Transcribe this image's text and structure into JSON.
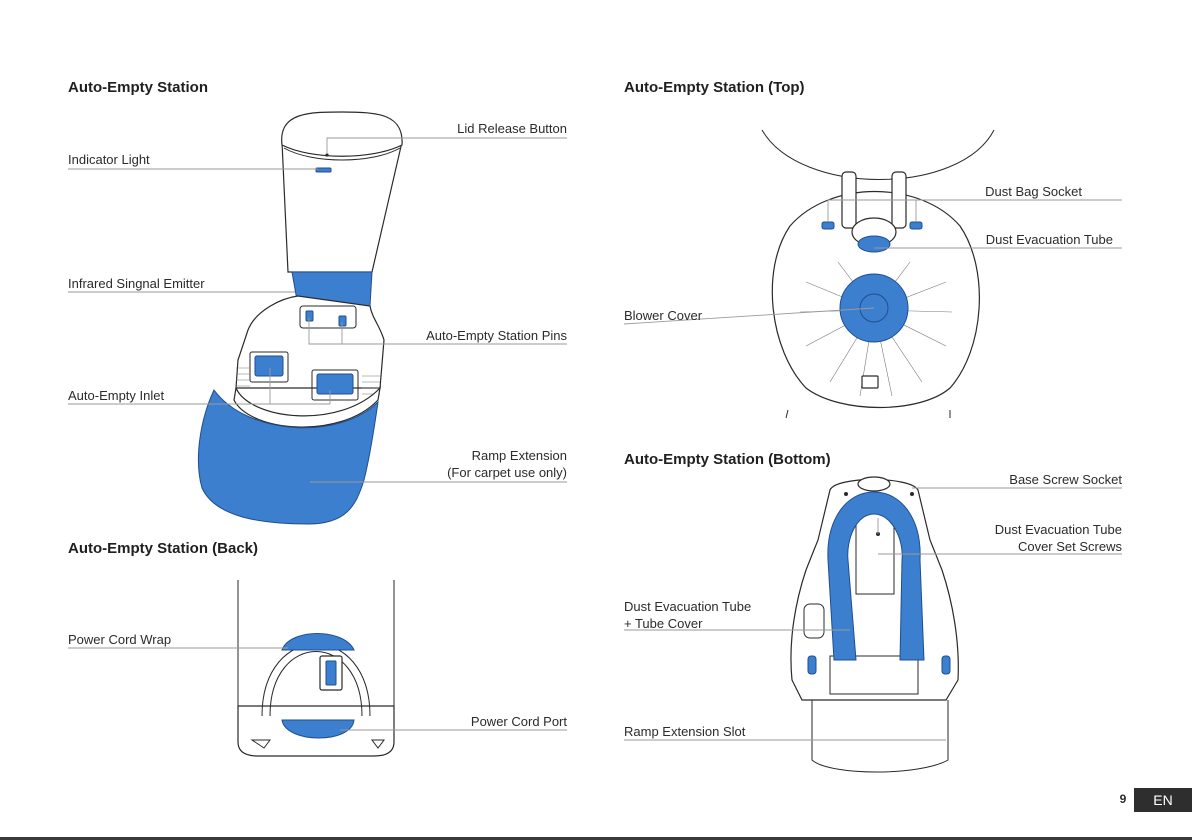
{
  "sections": {
    "main": {
      "title": "Auto-Empty Station"
    },
    "top": {
      "title": "Auto-Empty Station (Top)"
    },
    "back": {
      "title": "Auto-Empty Station (Back)"
    },
    "bottom": {
      "title": "Auto-Empty Station (Bottom)"
    }
  },
  "labels": {
    "lid_release_button": "Lid Release Button",
    "indicator_light": "Indicator Light",
    "infrared_emitter": "Infrared Singnal Emitter",
    "station_pins": "Auto-Empty Station Pins",
    "auto_empty_inlet": "Auto-Empty Inlet",
    "ramp_extension_1": "Ramp Extension",
    "ramp_extension_2": "(For carpet use only)",
    "dust_bag_socket": "Dust Bag Socket",
    "dust_evacuation_tube": "Dust Evacuation Tube",
    "blower_cover": "Blower Cover",
    "base_screw_socket": "Base Screw Socket",
    "cover_set_screws_1": "Dust Evacuation Tube",
    "cover_set_screws_2": "Cover Set Screws",
    "tube_cover_1": "Dust Evacuation Tube",
    "tube_cover_2": "+ Tube Cover",
    "ramp_extension_slot": "Ramp Extension Slot",
    "power_cord_wrap": "Power Cord Wrap",
    "power_cord_port": "Power Cord Port"
  },
  "footer": {
    "page_number": "9",
    "language": "EN"
  },
  "colors": {
    "accent_blue": "#3d7fcf",
    "outline": "#2a2a2a",
    "leader": "#9a9a9a"
  }
}
